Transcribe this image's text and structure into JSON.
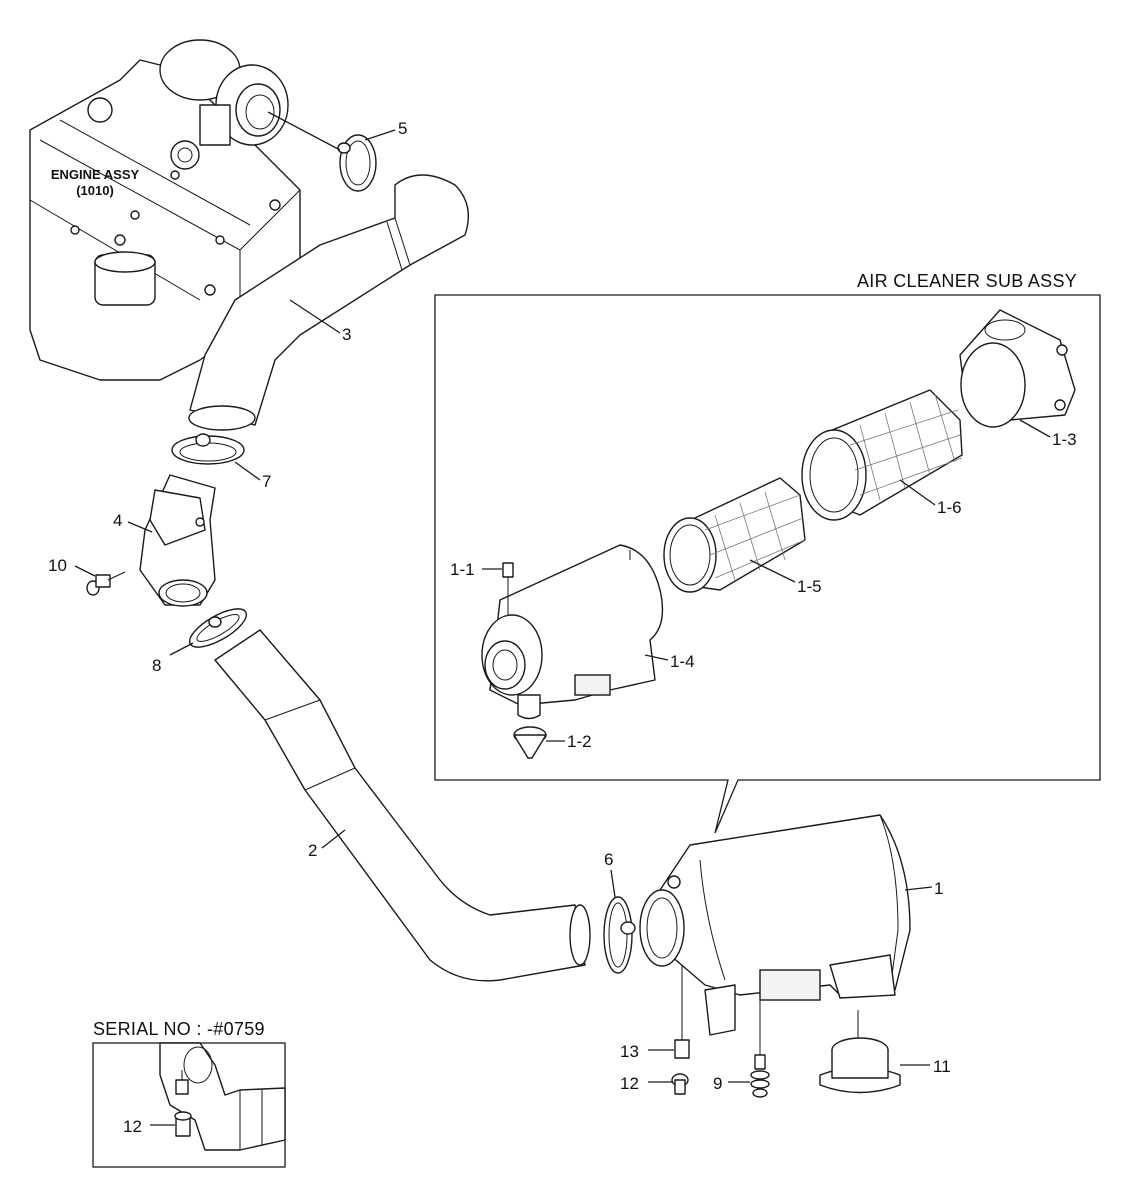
{
  "headings": {
    "air_cleaner_sub_assy": "AIR CLEANER SUB ASSY",
    "serial_no": "SERIAL NO : -#0759",
    "engine_assy_line1": "ENGINE ASSY",
    "engine_assy_line2": "(1010)"
  },
  "callouts": {
    "p1": "1",
    "p1_1": "1-1",
    "p1_2": "1-2",
    "p1_3": "1-3",
    "p1_4": "1-4",
    "p1_5": "1-5",
    "p1_6": "1-6",
    "p2": "2",
    "p3": "3",
    "p4": "4",
    "p5": "5",
    "p6": "6",
    "p7": "7",
    "p8": "8",
    "p9": "9",
    "p10": "10",
    "p11": "11",
    "p12": "12",
    "p12_inset": "12",
    "p13": "13"
  }
}
